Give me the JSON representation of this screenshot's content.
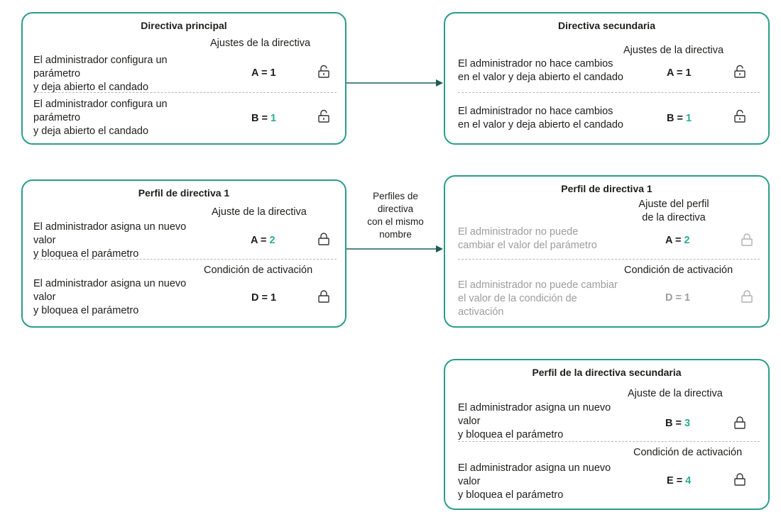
{
  "boxes": {
    "main_policy": {
      "title": "Directiva principal",
      "section_label": "Ajustes de la directiva",
      "row1": {
        "text": "El administrador configura un\nparámetro\ny deja abierto el candado",
        "key": "A = ",
        "value": "1"
      },
      "row2": {
        "text": "El administrador configura un\nparámetro\ny deja abierto el candado",
        "key": "B = ",
        "value": "1"
      }
    },
    "secondary_policy": {
      "title": "Directiva secundaria",
      "section_label": "Ajustes de la directiva",
      "row1": {
        "text": "El administrador no hace cambios\nen el valor y deja abierto el candado",
        "key": "A = ",
        "value": "1"
      },
      "row2": {
        "text": "El administrador no hace cambios\nen el valor y deja abierto el candado",
        "key": "B = ",
        "value": "1"
      }
    },
    "profile1": {
      "title": "Perfil de directiva 1",
      "section_label": "Ajuste de la directiva",
      "row1": {
        "text": "El administrador asigna un nuevo\nvalor\ny bloquea el parámetro",
        "key": "A = ",
        "value": "2"
      },
      "section2_label": "Condición de activación",
      "row2": {
        "text": "El administrador asigna un nuevo\nvalor\ny bloquea el parámetro",
        "key": "D = ",
        "value": "1"
      }
    },
    "profile1_secondary": {
      "title": "Perfil de directiva 1",
      "section_label": "Ajuste del perfil\nde la directiva",
      "row1": {
        "text": "El administrador no puede\ncambiar el valor del parámetro",
        "key": "A = ",
        "value": "2"
      },
      "section2_label": "Condición de activación",
      "row2": {
        "text": "El administrador no puede cambiar\nel valor de la condición de\nactivación",
        "key": "D = ",
        "value": "1"
      }
    },
    "secondary_profile": {
      "title": "Perfil de la directiva secundaria",
      "section_label": "Ajuste de la directiva",
      "row1": {
        "text": "El administrador asigna un nuevo\nvalor\ny bloquea el parámetro",
        "key": "B = ",
        "value": "3"
      },
      "section2_label": "Condición de activación",
      "row2": {
        "text": "El administrador asigna un nuevo\nvalor\ny bloquea el parámetro",
        "key": "E = ",
        "value": "4"
      }
    }
  },
  "arrow_caption": "Perfiles de\ndirectiva\ncon el mismo\nnombre",
  "colors": {
    "border": "#2a9d8a",
    "highlight": "#2aab93",
    "disabled": "#9c9c9c",
    "arrow": "#1f5a5a"
  },
  "icons": {
    "open_lock": "unlock-icon",
    "closed_lock": "lock-icon"
  }
}
